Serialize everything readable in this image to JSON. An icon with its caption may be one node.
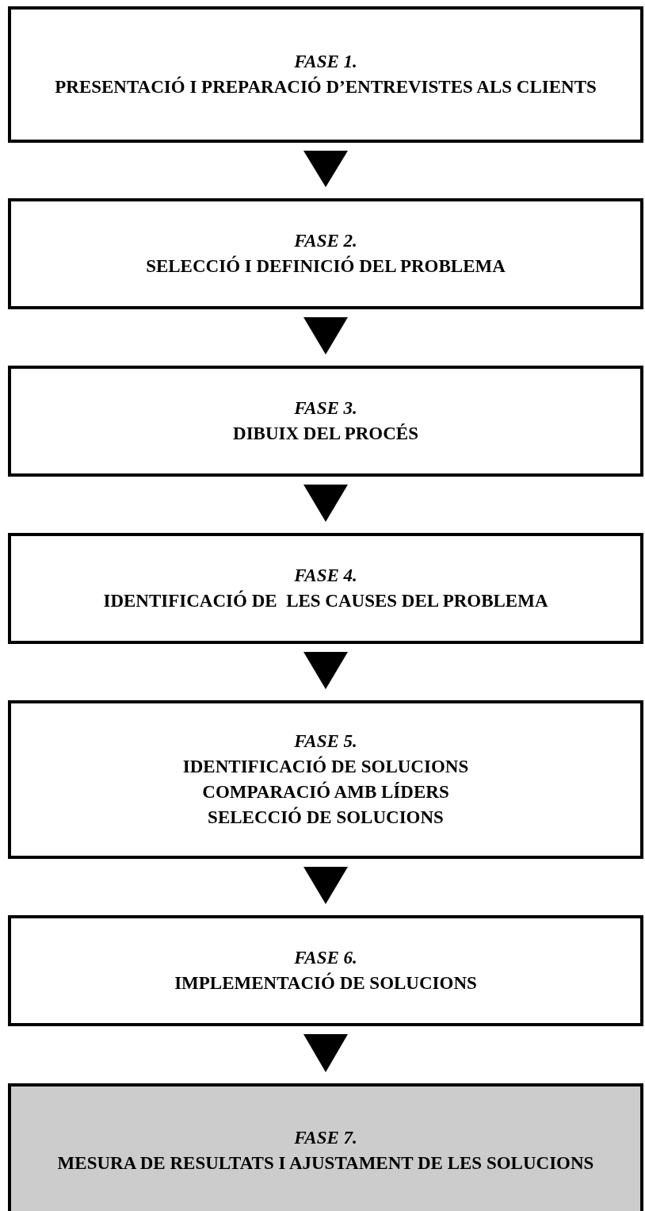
{
  "diagram": {
    "nodes": [
      {
        "text": [
          "FASE 1.",
          "PRESENTACIÓ I PREPARACIÓ D’ENTREVISTES ALS CLIENTS"
        ]
      },
      {
        "text": [
          "FASE 2.",
          "SELECCIÓ I DEFINICIÓ DEL PROBLEMA"
        ]
      },
      {
        "text": [
          "FASE 3.",
          "DIBUIX DEL PROCÉS"
        ]
      },
      {
        "text": [
          "FASE 4.",
          "IDENTIFICACIÓ DE  LES CAUSES DEL PROBLEMA"
        ]
      },
      {
        "text": [
          "FASE 5.",
          "IDENTIFICACIÓ DE SOLUCIONS",
          "COMPARACIÓ AMB LÍDERS",
          "SELECCIÓ DE SOLUCIONS"
        ]
      },
      {
        "text": [
          "FASE 6.",
          "IMPLEMENTACIÓ DE SOLUCIONS"
        ]
      },
      {
        "text": [
          "FASE 7.",
          "MESURA DE RESULTATS I AJUSTAMENT DE LES SOLUCIONS"
        ]
      }
    ],
    "edges": [
      {
        "from": 0,
        "to": 1,
        "arrow": "to"
      },
      {
        "from": 1,
        "to": 2,
        "arrow": "to"
      },
      {
        "from": 2,
        "to": 3,
        "arrow": "to"
      },
      {
        "from": 3,
        "to": 4,
        "arrow": "to"
      },
      {
        "from": 4,
        "to": 5,
        "arrow": "to"
      },
      {
        "from": 5,
        "to": 6,
        "arrow": "to"
      }
    ]
  }
}
